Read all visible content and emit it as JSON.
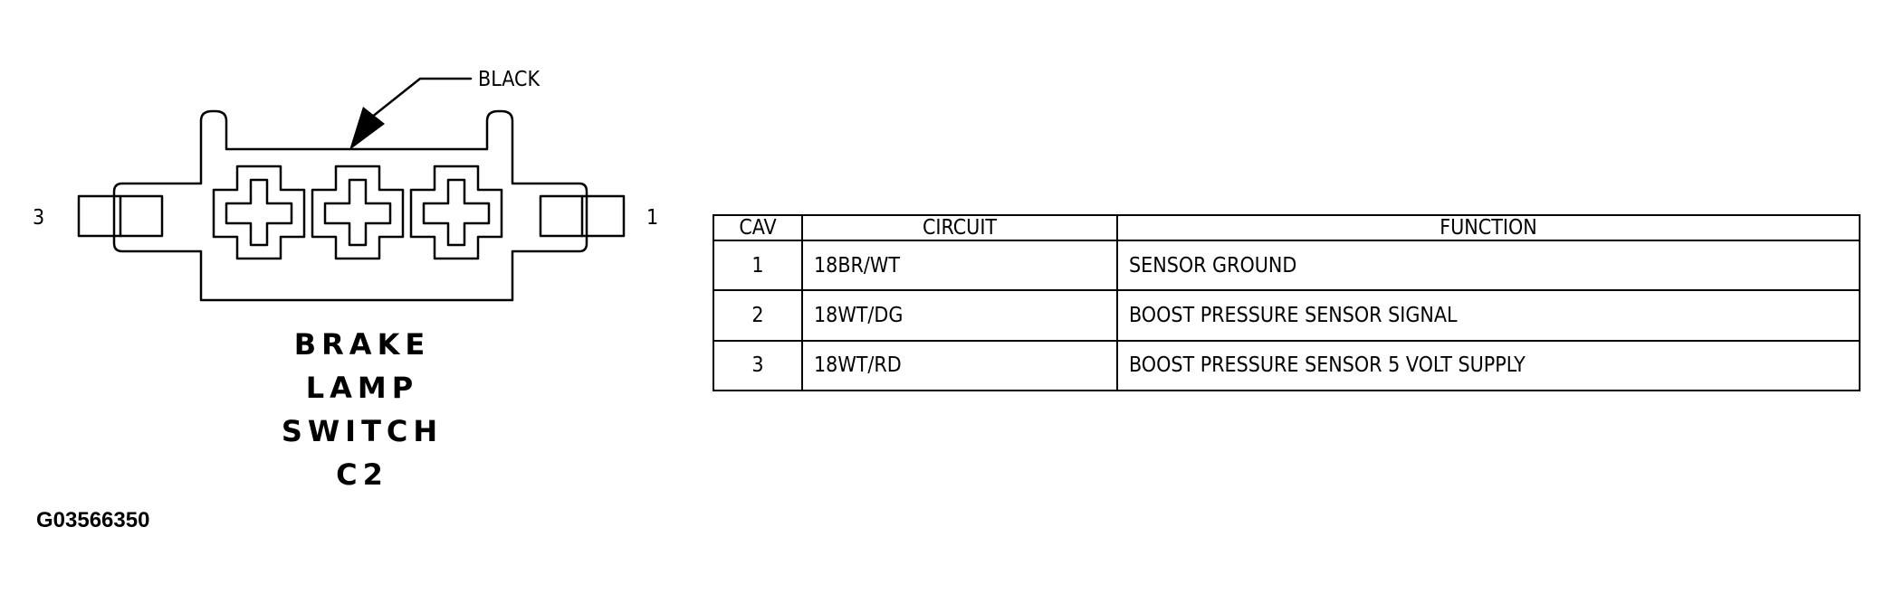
{
  "connector": {
    "color_label": "BLACK",
    "left_pin_label": "3",
    "right_pin_label": "1",
    "title_lines": [
      "BRAKE",
      "LAMP",
      "SWITCH",
      "C2"
    ]
  },
  "figure_id": "G03566350",
  "table": {
    "headers": [
      "CAV",
      "CIRCUIT",
      "FUNCTION"
    ],
    "rows": [
      {
        "cav": "1",
        "circuit": "18BR/WT",
        "function": "SENSOR GROUND"
      },
      {
        "cav": "2",
        "circuit": "18WT/DG",
        "function": "BOOST PRESSURE SENSOR SIGNAL"
      },
      {
        "cav": "3",
        "circuit": "18WT/RD",
        "function": "BOOST PRESSURE SENSOR 5 VOLT SUPPLY"
      }
    ]
  }
}
